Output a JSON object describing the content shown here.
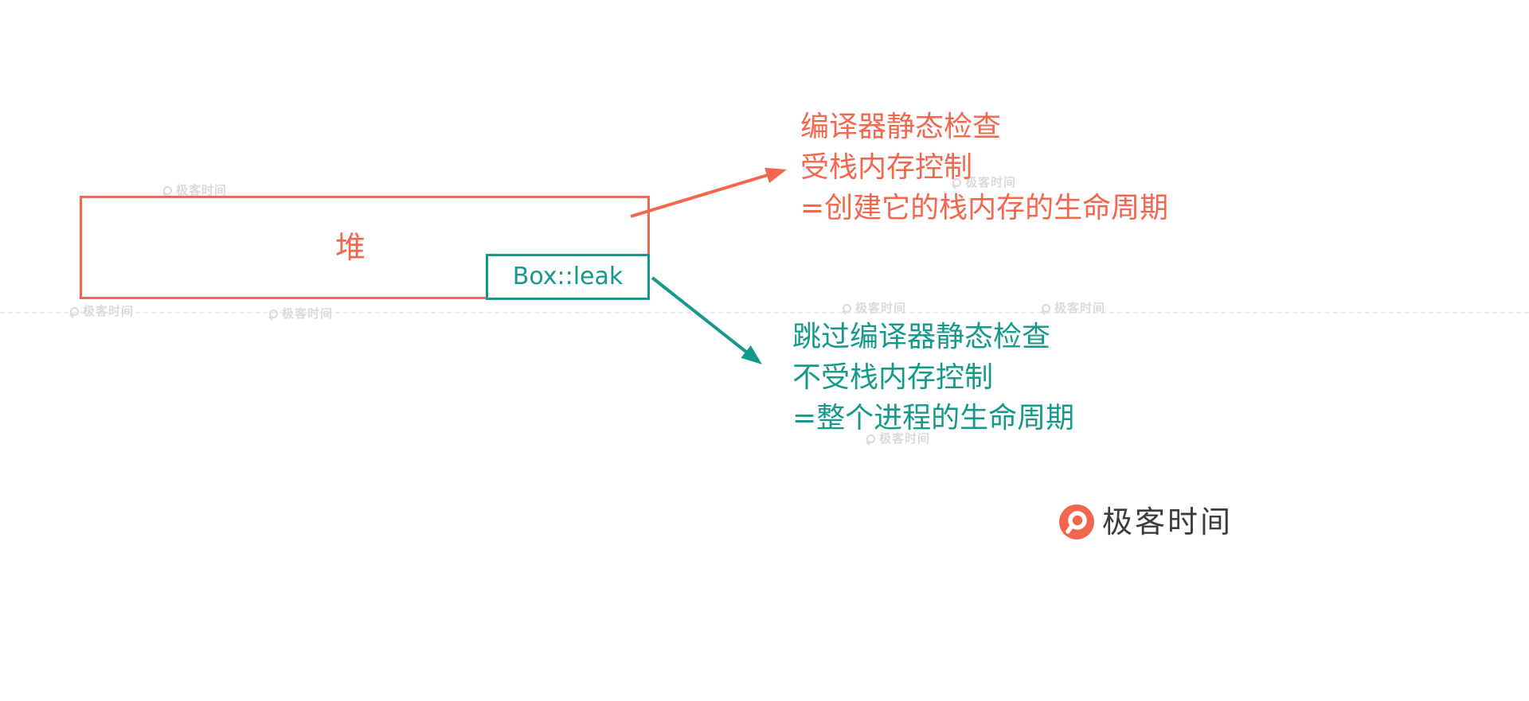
{
  "colors": {
    "orange": "#F2674E",
    "teal": "#16988B",
    "logo_text": "#3C3C3C",
    "watermark": "#DADADA"
  },
  "heap_box": {
    "label": "堆"
  },
  "leak_box": {
    "label": "Box::leak"
  },
  "compiler_note": {
    "lines": [
      "编译器静态检查",
      "受栈内存控制",
      "=创建它的栈内存的生命周期"
    ]
  },
  "leak_note": {
    "lines": [
      "跳过编译器静态检查",
      "不受栈内存控制",
      "=整个进程的生命周期"
    ]
  },
  "watermark": {
    "text": "极客时间"
  },
  "brand": {
    "name": "极客时间"
  }
}
